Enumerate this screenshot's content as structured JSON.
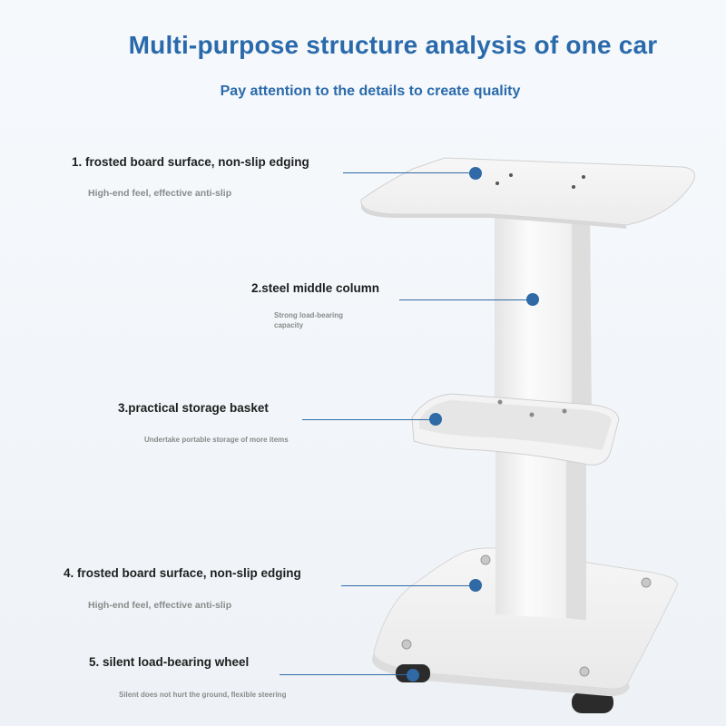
{
  "header": {
    "title": "Multi-purpose structure analysis of one car",
    "subtitle": "Pay attention to the details to create quality"
  },
  "features": [
    {
      "title": "1. frosted board surface, non-slip edging",
      "desc": "High-end feel, effective anti-slip"
    },
    {
      "title": "2.steel middle column",
      "desc": "Strong load-bearing capacity"
    },
    {
      "title": "3.practical storage basket",
      "desc": "Undertake portable storage of more items"
    },
    {
      "title": "4. frosted board surface, non-slip edging",
      "desc": "High-end feel, effective anti-slip"
    },
    {
      "title": "5. silent load-bearing wheel",
      "desc": "Silent does not hurt the ground, flexible steering"
    }
  ],
  "colors": {
    "accent": "#2a6aab",
    "marker": "#2f6aa6",
    "cart_white": "#f4f4f4",
    "wheel": "#2a2a2a"
  }
}
